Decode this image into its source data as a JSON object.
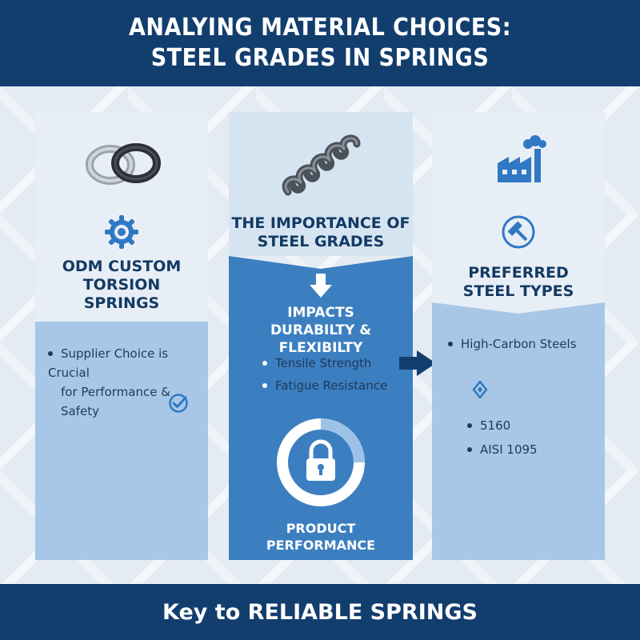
{
  "header": {
    "line1": "ANALYING MATERIAL CHOICES:",
    "line2": "STEEL GRADES IN SPRINGS"
  },
  "left": {
    "title_lines": [
      "ODM CUSTOM",
      "TORSION",
      "SPRINGS"
    ],
    "bullet_lines": [
      "Supplier Choice is Crucial",
      "for Performance & Safety"
    ],
    "icons": [
      "chain-links-icon",
      "gear-icon",
      "checkmark-icon"
    ]
  },
  "middle": {
    "title_lines": [
      "THE IMPORTANCE OF",
      "STEEL GRADES"
    ],
    "impact_lines": [
      "IMPACTS",
      "DURABILTY & FLEXIBILTY"
    ],
    "bullets": [
      "Tensile Strength",
      "Fatigue Resistance"
    ],
    "footer_lines": [
      "PRODUCT",
      "PERFORMANCE"
    ],
    "icons": [
      "coil-spring-icon",
      "down-arrow-icon",
      "padlock-icon"
    ]
  },
  "right": {
    "title_lines": [
      "PREFERRED",
      "STEEL TYPES"
    ],
    "bullets": [
      "High-Carbon Steels",
      "5160",
      "AISI 1095"
    ],
    "icons": [
      "factory-icon",
      "hammer-icon",
      "diamond-icon"
    ]
  },
  "footer": {
    "text": "Key to RELIABLE SPRINGS"
  },
  "colors": {
    "navy": "#123e6e",
    "mid_blue": "#3c7fc0",
    "light_blue": "#a8c7e6",
    "pale": "#e8eef6",
    "accent": "#2f78c4"
  }
}
